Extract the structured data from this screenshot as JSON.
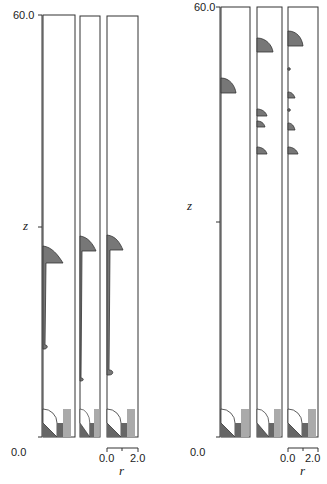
{
  "diagram": {
    "labels": [
      "60.0",
      "z",
      "0.0",
      "0.0",
      "2.0",
      "r",
      "60.0",
      "z",
      "0.0",
      "0.0",
      "2.0",
      "r"
    ]
  }
}
